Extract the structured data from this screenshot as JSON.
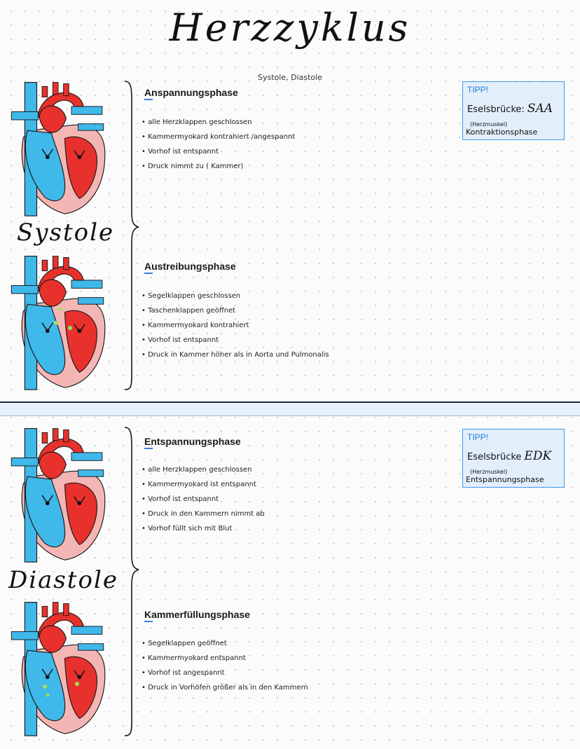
{
  "title": "Herzzyklus",
  "subtitle": "Systole, Diastole",
  "sections": {
    "systole": "Systole",
    "diastole": "Diastole"
  },
  "phases": [
    {
      "heading": "Anspannungsphase",
      "bullets": [
        "alle Herzklappen geschlossen",
        "Kammermyokard kontrahiert /angespannt",
        "Vorhof ist entspannt",
        "Druck nimmt zu ( Kammer)"
      ]
    },
    {
      "heading": "Austreibungsphase",
      "bullets": [
        "Segelklappen geschlossen",
        "Taschenklappen geöffnet",
        "Kammermyokard kontrahiert",
        "Vorhof ist entspannt",
        "Druck in Kammer höher als in Aorta und Pulmonalis"
      ]
    },
    {
      "heading": "Entspannungsphase",
      "bullets": [
        "alle Herzklappen geschlossen",
        "Kammermyokard ist entspannt",
        "Vorhof ist entspannt",
        "Druck in den Kammern nimmt ab",
        "Vorhof füllt sich mit Blut"
      ]
    },
    {
      "heading": "Kammerfüllungsphase",
      "bullets": [
        "Segelklappen geöffnet",
        "Kammermyokard entspannt",
        "Vorhof ist angespannt",
        "Druck in Vorhöfen größer als in den Kammern"
      ]
    }
  ],
  "tips": [
    {
      "label": "TIPP!",
      "text": "Eselsbrücke:",
      "code": "SAA",
      "small": "(Herzmuskel)",
      "note": "Kontraktionsphase"
    },
    {
      "label": "TIPP!",
      "text": "Eselsbrücke",
      "code": "EDK",
      "small": "(Herzmuskel)",
      "note": "Entspannungsphase"
    }
  ],
  "colors": {
    "blood_red": "#e8312c",
    "blood_blue": "#3fb8ea",
    "muscle_pink": "#f4b6b4",
    "arrow_blue": "#3d9be9",
    "arrow_red": "#d62a2a",
    "valve_green": "#9be35a",
    "tip_border": "#3d9be9",
    "tip_bg": "#e2effb"
  }
}
